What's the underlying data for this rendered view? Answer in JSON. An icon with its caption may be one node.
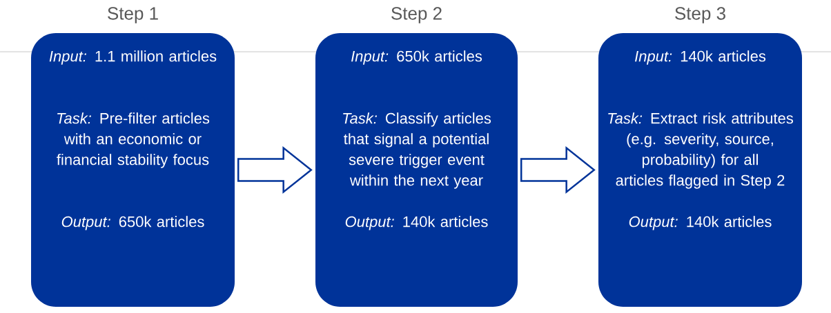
{
  "diagram": {
    "nodes": [
      {
        "text": [
          "Step 1",
          "*Input:* 1.1 million articles",
          "*Task:* Pre-filter articles with an economic or financial stability focus",
          "*Output:* 650k articles"
        ]
      },
      {
        "text": [
          "Step 2",
          "*Input:* 650k articles",
          "*Task:* Classify articles that signal a potential severe trigger event within the next year",
          "*Output:* 140k articles"
        ]
      },
      {
        "text": [
          "Step 3",
          "*Input:* 140k articles",
          "*Task:* Extract risk attributes (e.g. severity, source, probability) for all articles flagged in Step 2",
          "*Output:* 140k articles"
        ]
      }
    ],
    "edges": [
      {
        "from": 0,
        "to": 1,
        "arrow": "to"
      },
      {
        "from": 1,
        "to": 2,
        "arrow": "to"
      }
    ]
  }
}
